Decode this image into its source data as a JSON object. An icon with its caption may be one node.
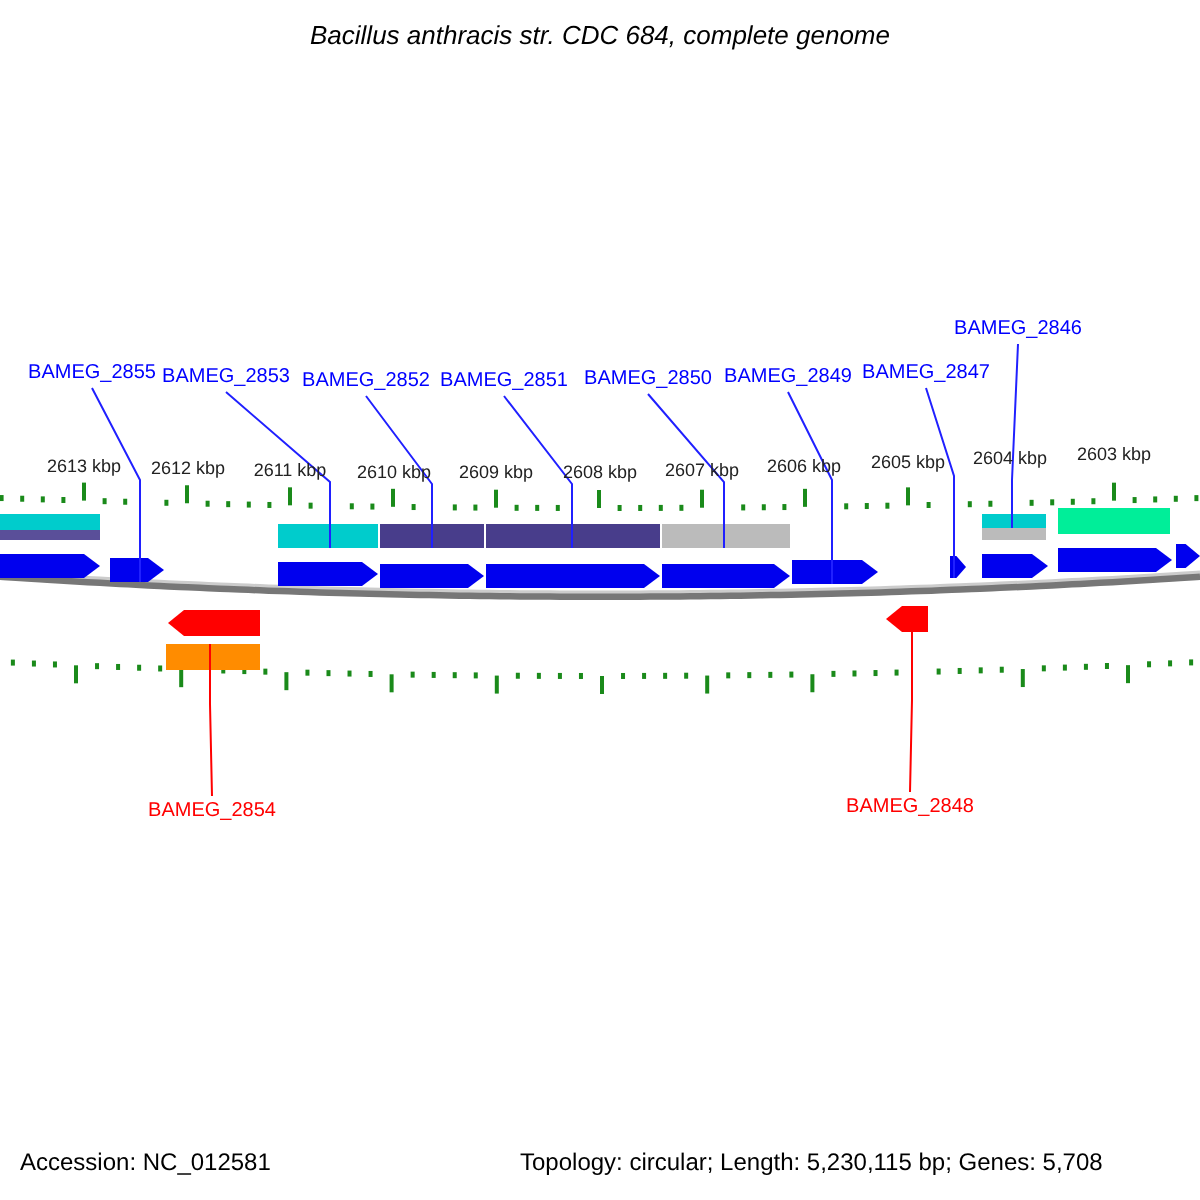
{
  "diagram": {
    "title": "Bacillus anthracis str. CDC 684, complete genome",
    "nodes": [
      {
        "text": [
          "BAMEG_2846"
        ]
      },
      {
        "text": [
          "BAMEG_2855"
        ]
      },
      {
        "text": [
          "BAMEG_2853"
        ]
      },
      {
        "text": [
          "BAMEG_2852"
        ]
      },
      {
        "text": [
          "BAMEG_2851"
        ]
      },
      {
        "text": [
          "BAMEG_2850"
        ]
      },
      {
        "text": [
          "BAMEG_2849"
        ]
      },
      {
        "text": [
          "BAMEG_2847"
        ]
      },
      {
        "text": [
          "BAMEG_2854"
        ]
      },
      {
        "text": [
          "BAMEG_2848"
        ]
      },
      {
        "text": [],
        "shape": "bar"
      },
      {
        "text": [],
        "shape": "bar"
      },
      {
        "text": [],
        "shape": "arrow"
      },
      {
        "text": [],
        "shape": "arrow"
      },
      {
        "text": [],
        "shape": "bar"
      },
      {
        "text": [],
        "shape": "arrow"
      },
      {
        "text": [],
        "shape": "bar"
      },
      {
        "text": [],
        "shape": "arrow"
      },
      {
        "text": [],
        "shape": "bar"
      },
      {
        "text": [],
        "shape": "arrow"
      },
      {
        "text": [],
        "shape": "bar"
      },
      {
        "text": [],
        "shape": "arrow"
      },
      {
        "text": [],
        "shape": "bar"
      },
      {
        "text": [],
        "shape": "arrow"
      },
      {
        "text": [],
        "shape": "arrow"
      },
      {
        "text": [],
        "shape": "arrow"
      },
      {
        "text": [],
        "shape": "arrow"
      },
      {
        "text": [],
        "shape": "bar"
      },
      {
        "text": [],
        "shape": "bar"
      },
      {
        "text": [],
        "shape": "arrow"
      },
      {
        "text": [],
        "shape": "bar"
      },
      {
        "text": [],
        "shape": "arrow"
      },
      {
        "text": [],
        "shape": "arrow"
      }
    ],
    "edges": [
      {
        "from": 0,
        "to": 27,
        "arrow": "none"
      },
      {
        "from": 1,
        "to": 13,
        "arrow": "none"
      },
      {
        "from": 2,
        "to": 16,
        "arrow": "none"
      },
      {
        "from": 3,
        "to": 18,
        "arrow": "none"
      },
      {
        "from": 4,
        "to": 20,
        "arrow": "none"
      },
      {
        "from": 5,
        "to": 22,
        "arrow": "none"
      },
      {
        "from": 6,
        "to": 24,
        "arrow": "none"
      },
      {
        "from": 7,
        "to": 26,
        "arrow": "none"
      },
      {
        "from": 8,
        "to": 14,
        "arrow": "none",
        "color": "#ff0000"
      },
      {
        "from": 9,
        "to": 25,
        "arrow": "none",
        "color": "#ff0000"
      }
    ],
    "labels": [
      "2613 kbp",
      "2612 kbp",
      "2611 kbp",
      "2610 kbp",
      "2609 kbp",
      "2608 kbp",
      "2607 kbp",
      "2606 kbp",
      "2605 kbp",
      "2604 kbp",
      "2603 kbp",
      "Accession: NC_012581",
      "Topology: circular; Length: 5,230,115 bp; Genes: 5,708"
    ]
  }
}
